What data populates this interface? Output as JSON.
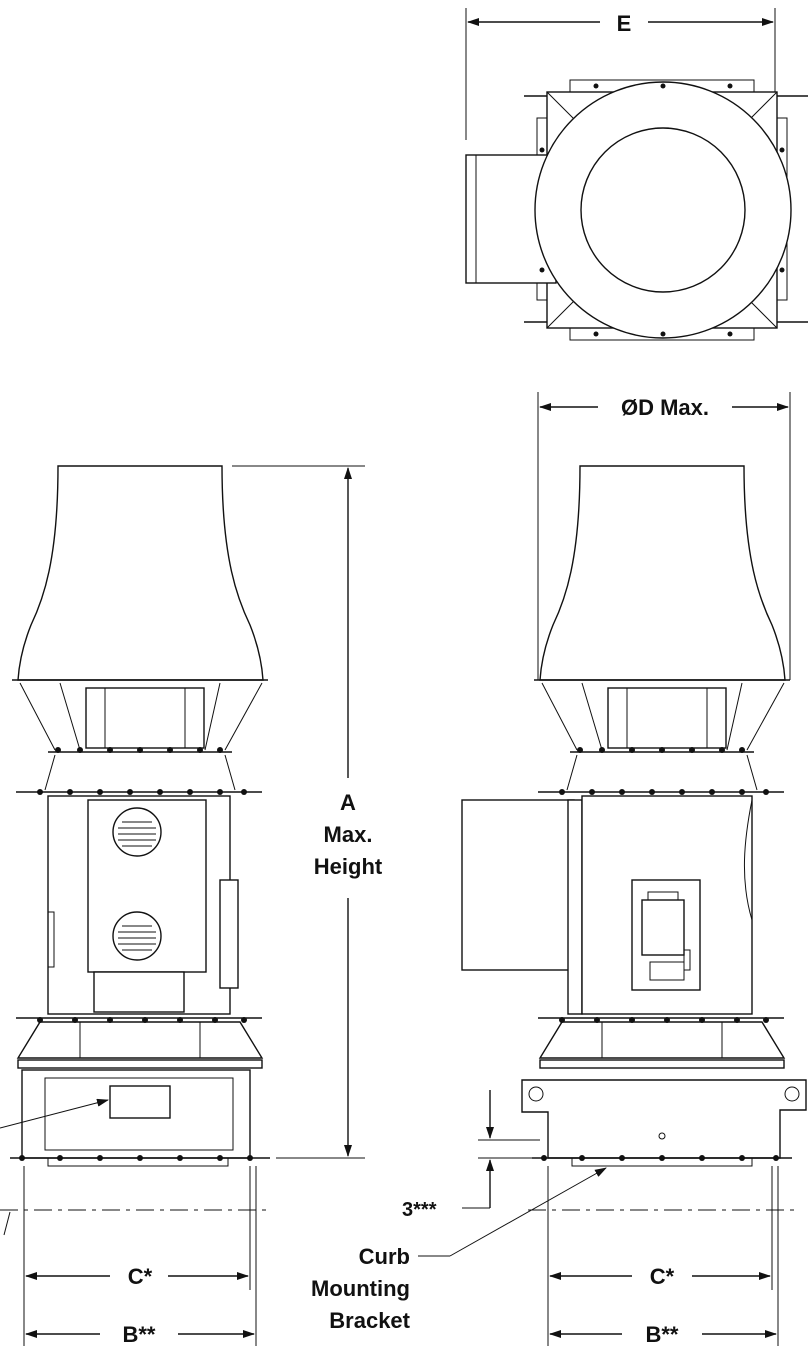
{
  "labels": {
    "e": "E",
    "od_max": "ØD Max.",
    "a": "A",
    "max": "Max.",
    "height": "Height",
    "c_left": "C*",
    "b_left": "B**",
    "c_right": "C*",
    "b_right": "B**",
    "three": "3***",
    "curb": "Curb",
    "mounting": "Mounting",
    "bracket": "Bracket"
  }
}
